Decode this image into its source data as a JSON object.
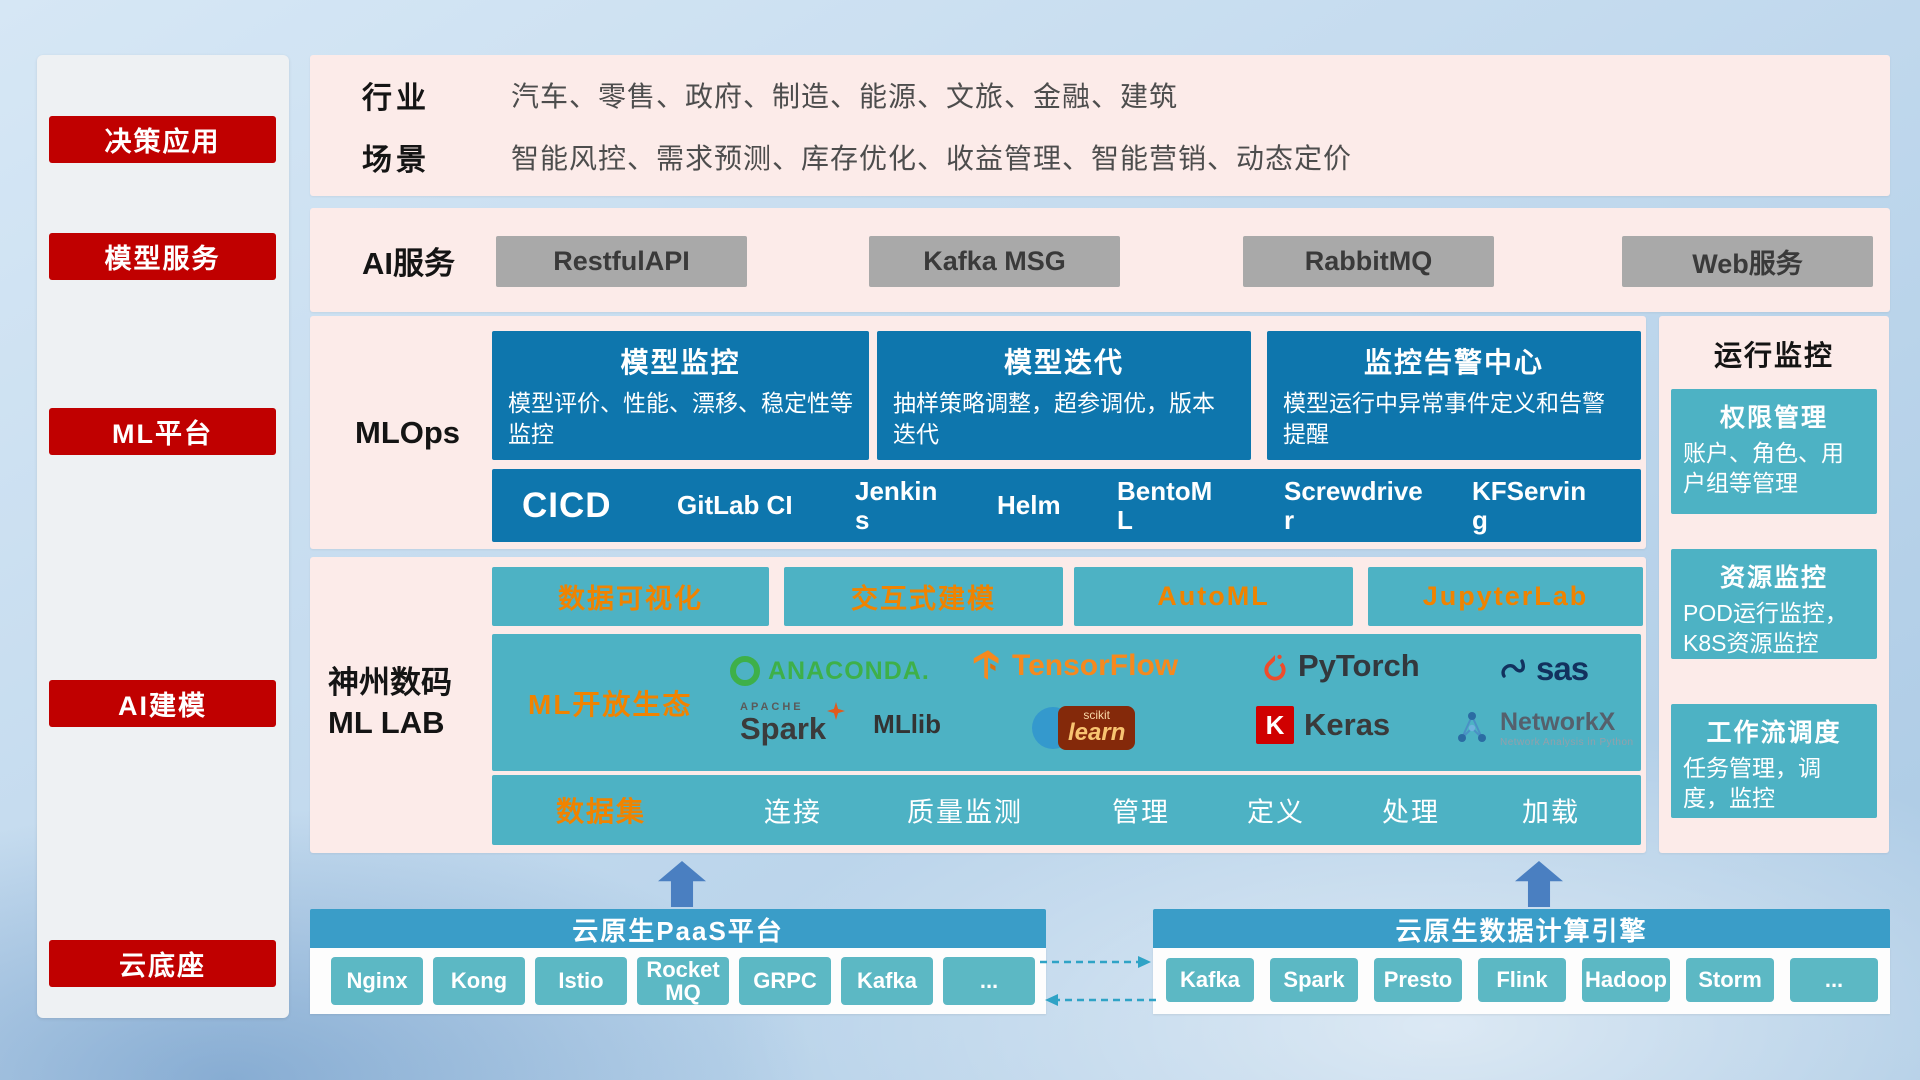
{
  "sidebar": {
    "items": [
      "决策应用",
      "模型服务",
      "ML平台",
      "AI建模",
      "云底座"
    ]
  },
  "industry": {
    "row1_label": "行业",
    "row1_value": "汽车、零售、政府、制造、能源、文旅、金融、建筑",
    "row2_label": "场景",
    "row2_value": "智能风控、需求预测、库存优化、收益管理、智能营销、动态定价"
  },
  "ai_service": {
    "label": "AI服务",
    "buttons": [
      "RestfulAPI",
      "Kafka MSG",
      "RabbitMQ",
      "Web服务"
    ]
  },
  "mlops": {
    "label": "MLOps",
    "cards": [
      {
        "title": "模型监控",
        "desc": "模型评价、性能、漂移、稳定性等监控"
      },
      {
        "title": "模型迭代",
        "desc": "抽样策略调整，超参调优，版本迭代"
      },
      {
        "title": "监控告警中心",
        "desc": "模型运行中异常事件定义和告警提醒"
      }
    ],
    "cicd_label": "CICD",
    "cicd_items": [
      "GitLab CI",
      "Jenkins",
      "Helm",
      "BentoML",
      "Screwdriver",
      "KFServing"
    ]
  },
  "monitor": {
    "title": "运行监控",
    "cards": [
      {
        "title": "权限管理",
        "desc": "账户、角色、用户组等管理"
      },
      {
        "title": "资源监控",
        "desc": "POD运行监控，K8S资源监控"
      },
      {
        "title": "工作流调度",
        "desc": "任务管理，调度，监控"
      }
    ]
  },
  "mllab": {
    "label_line1": "神州数码",
    "label_line2": "ML LAB",
    "tools": [
      "数据可视化",
      "交互式建模",
      "AutoML",
      "JupyterLab"
    ],
    "ecosystem_label": "ML开放生态",
    "logos": {
      "anaconda": "ANACONDA.",
      "tensorflow": "TensorFlow",
      "pytorch": "PyTorch",
      "sas": "sas",
      "apache": "APACHE",
      "spark": "Spark",
      "mllib": "MLlib",
      "scikit_top": "scikit",
      "scikit_learn": "learn",
      "keras_letter": "K",
      "keras": "Keras",
      "networkx": "NetworkX",
      "networkx_sub": "Network Analysis in Python"
    },
    "dataset_label": "数据集",
    "dataset_items": [
      "连接",
      "质量监测",
      "管理",
      "定义",
      "处理",
      "加载"
    ]
  },
  "cloud": {
    "paas_title": "云原生PaaS平台",
    "paas_items": [
      "Nginx",
      "Kong",
      "Istio",
      "RocketMQ",
      "GRPC",
      "Kafka",
      "..."
    ],
    "engine_title": "云原生数据计算引擎",
    "engine_items": [
      "Kafka",
      "Spark",
      "Presto",
      "Flink",
      "Hadoop",
      "Storm",
      "..."
    ]
  },
  "colors": {
    "accent_red": "#c00000",
    "panel_pink": "#fcebe9",
    "deep_blue": "#0e76ad",
    "teal": "#4db2c4",
    "orange_text": "#f08300",
    "cloud_bar_blue": "#3a9dc8",
    "chip_teal": "#5cb8c4",
    "gray_button": "#a9a9a9"
  }
}
